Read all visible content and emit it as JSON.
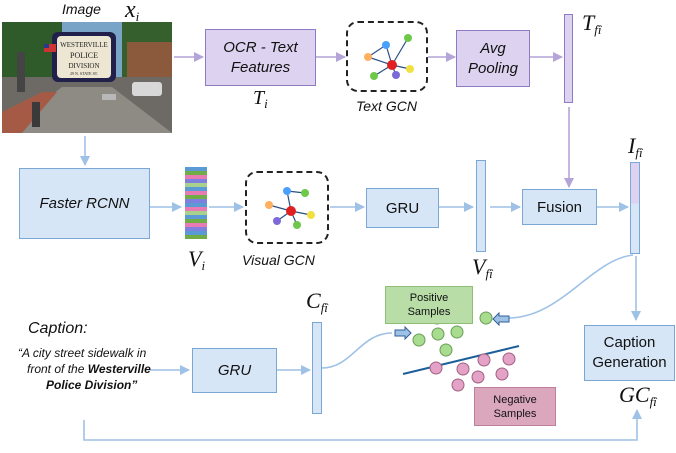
{
  "labels": {
    "image": "Image",
    "x_main": "x",
    "x_sub": "i",
    "t_i_main": "T",
    "t_i_sub": "i",
    "t_fi_main": "T",
    "t_fi_sub": "fî",
    "i_fi_main": "I",
    "i_fi_sub": "fî",
    "v_i_main": "V",
    "v_i_sub": "i",
    "v_fi_main": "V",
    "v_fi_sub": "fî",
    "c_fi_main": "C",
    "c_fi_sub": "fî",
    "gc_fi_main": "GC",
    "gc_fi_sub": "fî"
  },
  "boxes": {
    "ocr": "OCR - Text Features",
    "avg_pooling": "Avg Pooling",
    "faster_rcnn": "Faster RCNN",
    "gru_visual": "GRU",
    "fusion": "Fusion",
    "gru_caption": "GRU",
    "caption_generation": "Caption Generation",
    "positive_samples": "Positive Samples",
    "negative_samples": "Negative Samples"
  },
  "captions": {
    "text_gcn": "Text GCN",
    "visual_gcn": "Visual GCN",
    "caption_heading": "Caption:",
    "caption_line1": "“A city street sidewalk in",
    "caption_line2_pre": "front of the ",
    "caption_line2_bold": "Westerville",
    "caption_line3_bold": "Police Division”"
  },
  "photo": {
    "sign_line1": "WESTERVILLE",
    "sign_line2": "POLICE",
    "sign_line3": "DIVISION",
    "sign_line4": "29 N. STATE ST."
  },
  "colors": {
    "arrow": "#9ec1e6",
    "blue_fill": "#d6e6f7",
    "purple_fill": "#ddd3f1",
    "positive_dot": "#a8dc8e",
    "negative_dot": "#e4a3c6",
    "separator": "#1f5f99"
  }
}
